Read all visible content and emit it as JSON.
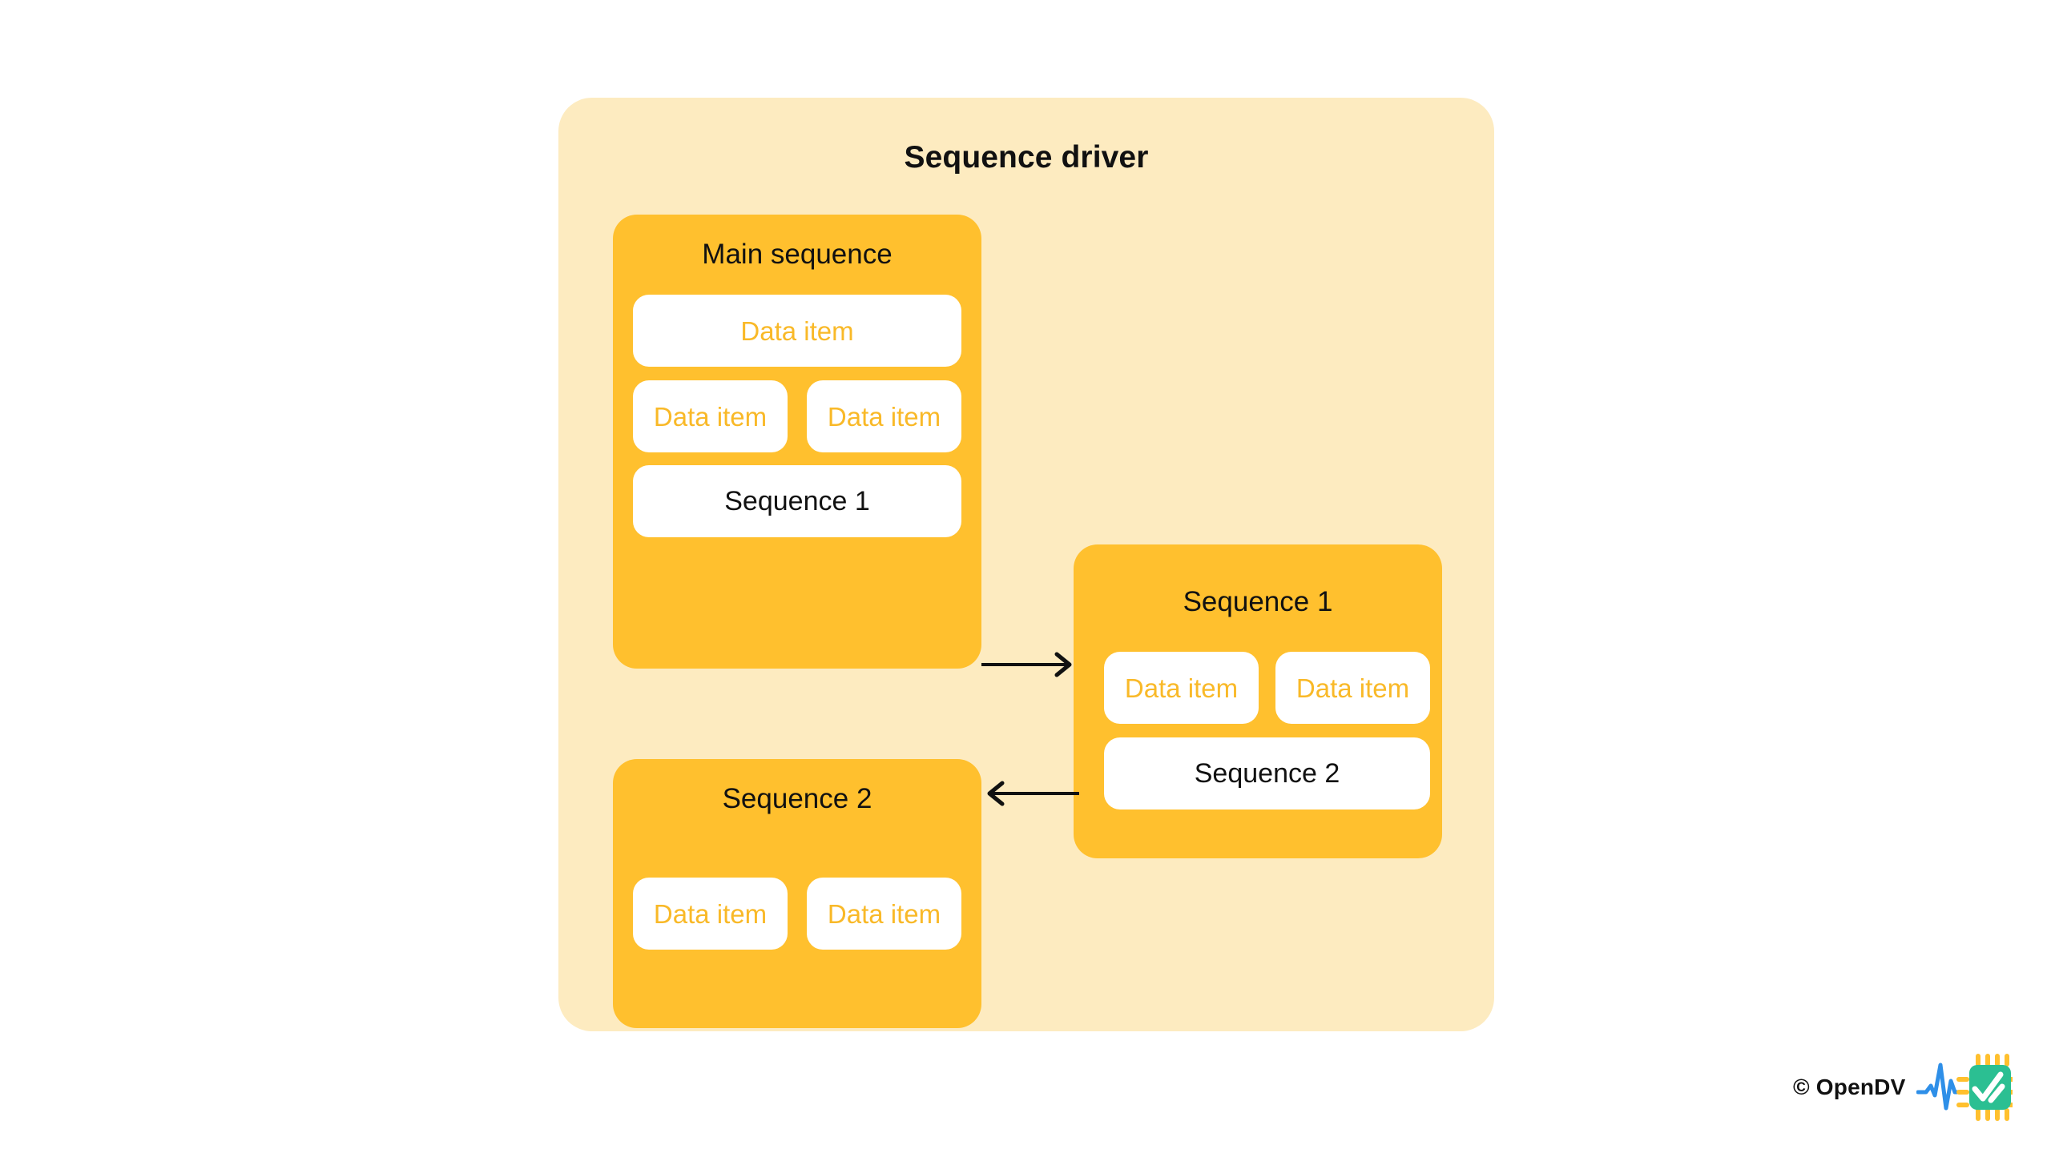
{
  "diagram": {
    "title": "Sequence driver",
    "background_color": "#FFFFFF",
    "panel_color": "#FDEBC0",
    "block_color": "#FFC02E",
    "pill_color": "#FFFFFF",
    "data_item_text_color": "#F9B928",
    "heading_text_color": "#111111",
    "blocks": {
      "main_sequence": {
        "heading": "Main sequence",
        "items": [
          {
            "label": "Data item",
            "kind": "data-item"
          },
          {
            "label": "Data item",
            "kind": "data-item"
          },
          {
            "label": "Data item",
            "kind": "data-item"
          },
          {
            "label": "Sequence 1",
            "kind": "sequence-ref"
          }
        ]
      },
      "sequence_1": {
        "heading": "Sequence 1",
        "items": [
          {
            "label": "Data item",
            "kind": "data-item"
          },
          {
            "label": "Data item",
            "kind": "data-item"
          },
          {
            "label": "Sequence 2",
            "kind": "sequence-ref"
          }
        ]
      },
      "sequence_2": {
        "heading": "Sequence 2",
        "items": [
          {
            "label": "Data item",
            "kind": "data-item"
          },
          {
            "label": "Data item",
            "kind": "data-item"
          }
        ]
      }
    },
    "connectors": [
      {
        "name": "main-to-sequence-1",
        "from": "Sequence 1",
        "to": "Sequence 1",
        "direction": "right"
      },
      {
        "name": "sequence-1-to-sequence-2",
        "from": "Sequence 2",
        "to": "Sequence 2",
        "direction": "left"
      }
    ]
  },
  "watermark": {
    "text": "© OpenDV",
    "chip_color": "#2BBF92",
    "pin_color": "#FFC02E",
    "wave_color": "#2E8FE8"
  }
}
